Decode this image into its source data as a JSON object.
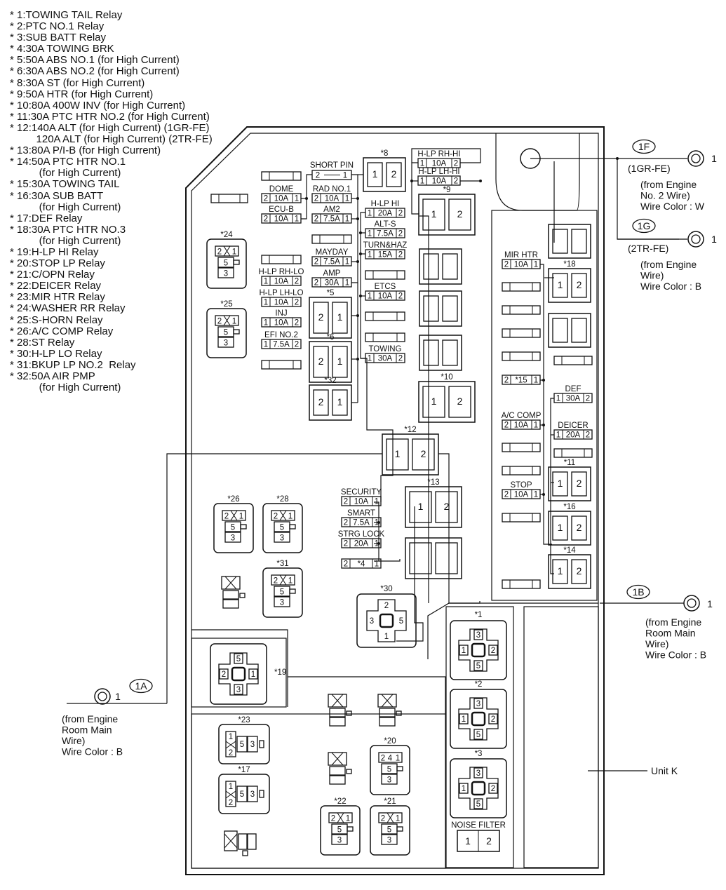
{
  "legend": [
    "* 1:TOWING TAIL Relay",
    "* 2:PTC NO.1 Relay",
    "* 3:SUB BATT Relay",
    "* 4:30A TOWING BRK",
    "* 5:50A ABS NO.1 (for High Current)",
    "* 6:30A ABS NO.2 (for High Current)",
    "* 8:30A ST (for High Current)",
    "* 9:50A HTR (for High Current)",
    "* 10:80A 400W INV (for High Current)",
    "* 11:30A PTC HTR NO.2 (for High Current)",
    "* 12:140A ALT (for High Current) (1GR-FE)",
    "         120A ALT (for High Current) (2TR-FE)",
    "* 13:80A P/I-B (for High Current)",
    "* 14:50A PTC HTR NO.1",
    "          (for High Current)",
    "* 15:30A TOWING TAIL",
    "* 16:30A SUB BATT",
    "          (for High Current)",
    "* 17:DEF Relay",
    "* 18:30A PTC HTR NO.3",
    "          (for High Current)",
    "* 19:H-LP HI Relay",
    "* 20:STOP LP Relay",
    "* 21:C/OPN Relay",
    "* 22:DEICER Relay",
    "* 23:MIR HTR Relay",
    "* 24:WASHER RR Relay",
    "* 25:S-HORN Relay",
    "* 26:A/C COMP Relay",
    "* 28:ST Relay",
    "* 30:H-LP LO Relay",
    "* 31:BKUP LP NO.2  Relay",
    "* 32:50A AIR PMP",
    "          (for High Current)"
  ],
  "fuses": [
    {
      "id": "dome",
      "name": "DOME",
      "left": "2",
      "amp": "10A",
      "right": "1"
    },
    {
      "id": "ecub",
      "name": "ECU-B",
      "left": "2",
      "amp": "10A",
      "right": "1"
    },
    {
      "id": "radno1",
      "name": "RAD NO.1",
      "left": "2",
      "amp": "10A",
      "right": "1"
    },
    {
      "id": "am2",
      "name": "AM2",
      "left": "2",
      "amp": "7.5A",
      "right": "1"
    },
    {
      "id": "mayday",
      "name": "MAYDAY",
      "left": "2",
      "amp": "7.5A",
      "right": "1"
    },
    {
      "id": "amp",
      "name": "AMP",
      "left": "2",
      "amp": "30A",
      "right": "1"
    },
    {
      "id": "hlprhlo",
      "name": "H-LP RH-LO",
      "left": "1",
      "amp": "10A",
      "right": "2"
    },
    {
      "id": "hlplhlo",
      "name": "H-LP  LH-LO",
      "left": "1",
      "amp": "10A",
      "right": "2"
    },
    {
      "id": "inj",
      "name": "INJ",
      "left": "1",
      "amp": "10A",
      "right": "2"
    },
    {
      "id": "efino2",
      "name": "EFI NO.2",
      "left": "1",
      "amp": "7.5A",
      "right": "2"
    },
    {
      "id": "hlphi",
      "name": "H-LP HI",
      "left": "1",
      "amp": "20A",
      "right": "2"
    },
    {
      "id": "alts",
      "name": "ALT-S",
      "left": "1",
      "amp": "7.5A",
      "right": "2"
    },
    {
      "id": "turnhaz",
      "name": "TURN&HAZ",
      "left": "1",
      "amp": "15A",
      "right": "2"
    },
    {
      "id": "etcs",
      "name": "ETCS",
      "left": "1",
      "amp": "10A",
      "right": "2"
    },
    {
      "id": "towing",
      "name": "TOWING",
      "left": "1",
      "amp": "30A",
      "right": "2"
    },
    {
      "id": "hlprhhi",
      "name": "H-LP RH-HI",
      "left": "1",
      "amp": "10A",
      "right": "2"
    },
    {
      "id": "hlplhhi",
      "name": "H-LP LH-HI",
      "left": "1",
      "amp": "10A",
      "right": "2"
    },
    {
      "id": "mirhtr",
      "name": "MIR HTR",
      "left": "2",
      "amp": "10A",
      "right": "1"
    },
    {
      "id": "fuse15",
      "name": "",
      "left": "2",
      "amp": "*15",
      "right": "1"
    },
    {
      "id": "def",
      "name": "DEF",
      "left": "1",
      "amp": "30A",
      "right": "2"
    },
    {
      "id": "accomp",
      "name": "A/C COMP",
      "left": "2",
      "amp": "10A",
      "right": "1"
    },
    {
      "id": "deicer",
      "name": "DEICER",
      "left": "1",
      "amp": "20A",
      "right": "2"
    },
    {
      "id": "stop",
      "name": "STOP",
      "left": "2",
      "amp": "10A",
      "right": "1"
    },
    {
      "id": "security",
      "name": "SECURITY",
      "left": "2",
      "amp": "10A",
      "right": "1"
    },
    {
      "id": "smart",
      "name": "SMART",
      "left": "2",
      "amp": "7.5A",
      "right": "1"
    },
    {
      "id": "strglock",
      "name": "STRG LOCK",
      "left": "2",
      "amp": "20A",
      "right": "1"
    },
    {
      "id": "fuse4",
      "name": "",
      "left": "2",
      "amp": "*4",
      "right": "1"
    }
  ],
  "short_pin": {
    "name": "SHORT PIN",
    "left": "2",
    "right": "1"
  },
  "fusible_links": [
    {
      "id": "fl5",
      "tag": "*5",
      "left": "2",
      "right": "1"
    },
    {
      "id": "fl6",
      "tag": "*6",
      "left": "2",
      "right": "1"
    },
    {
      "id": "fl32",
      "tag": "*32",
      "left": "2",
      "right": "1"
    },
    {
      "id": "fl8",
      "tag": "*8",
      "left": "1",
      "right": "2"
    },
    {
      "id": "fl9",
      "tag": "*9",
      "left": "1",
      "right": "2"
    },
    {
      "id": "fl10",
      "tag": "*10",
      "left": "1",
      "right": "2"
    },
    {
      "id": "fl12",
      "tag": "*12",
      "left": "1",
      "right": "2"
    },
    {
      "id": "fl13",
      "tag": "*13",
      "left": "1",
      "right": "2"
    },
    {
      "id": "fl18",
      "tag": "*18",
      "left": "1",
      "right": "2"
    },
    {
      "id": "fl11",
      "tag": "*11",
      "left": "1",
      "right": "2"
    },
    {
      "id": "fl16",
      "tag": "*16",
      "left": "1",
      "right": "2"
    },
    {
      "id": "fl14",
      "tag": "*14",
      "left": "1",
      "right": "2"
    }
  ],
  "relays": [
    {
      "id": "r24",
      "tag": "*24",
      "pins": [
        "2",
        "1",
        "5",
        "3"
      ]
    },
    {
      "id": "r25",
      "tag": "*25",
      "pins": [
        "2",
        "1",
        "5",
        "3"
      ]
    },
    {
      "id": "r26",
      "tag": "*26",
      "pins": [
        "2",
        "1",
        "5",
        "3"
      ]
    },
    {
      "id": "r28",
      "tag": "*28",
      "pins": [
        "2",
        "1",
        "5",
        "3"
      ]
    },
    {
      "id": "r31",
      "tag": "*31",
      "pins": [
        "2",
        "1",
        "5",
        "3"
      ]
    },
    {
      "id": "r22",
      "tag": "*22",
      "pins": [
        "2",
        "1",
        "5",
        "3"
      ]
    },
    {
      "id": "r21",
      "tag": "*21",
      "pins": [
        "2",
        "1",
        "5",
        "3"
      ]
    },
    {
      "id": "r20",
      "tag": "*20",
      "pins": [
        "2",
        "4",
        "1",
        "5",
        "3"
      ]
    },
    {
      "id": "r23",
      "tag": "*23",
      "pins": [
        "1",
        "2",
        "5",
        "3"
      ]
    },
    {
      "id": "r17",
      "tag": "*17",
      "pins": [
        "1",
        "2",
        "5",
        "3"
      ]
    },
    {
      "id": "r30",
      "tag": "*30",
      "pins": [
        "2",
        "3",
        "5",
        "1"
      ]
    },
    {
      "id": "r19",
      "tag": "*19",
      "pins": [
        "5",
        "2",
        "1",
        "3"
      ]
    },
    {
      "id": "r1",
      "tag": "*1",
      "pins": [
        "3",
        "1",
        "2",
        "5"
      ]
    },
    {
      "id": "r2",
      "tag": "*2",
      "pins": [
        "3",
        "1",
        "2",
        "5"
      ]
    },
    {
      "id": "r3",
      "tag": "*3",
      "pins": [
        "3",
        "1",
        "2",
        "5"
      ]
    }
  ],
  "noise_filter": {
    "label": "NOISE FILTER",
    "pins": [
      "1",
      "2"
    ]
  },
  "connections": [
    {
      "id": "c1f",
      "label": "1F",
      "engine": "(1GR-FE)",
      "pin": "1",
      "note": [
        "(from Engine",
        "No. 2 Wire)",
        "Wire Color : W"
      ]
    },
    {
      "id": "c1g",
      "label": "1G",
      "engine": "(2TR-FE)",
      "pin": "1",
      "note": [
        "(from Engine",
        "Wire)",
        "Wire Color : B"
      ]
    },
    {
      "id": "c1b",
      "label": "1B",
      "pin": "1",
      "note": [
        "(from Engine",
        "Room Main",
        "Wire)",
        "Wire Color : B"
      ]
    },
    {
      "id": "c1a",
      "label": "1A",
      "pin": "1",
      "note": [
        "(from Engine",
        "Room Main",
        "Wire)",
        "Wire Color : B"
      ]
    }
  ],
  "unit_label": "Unit K"
}
